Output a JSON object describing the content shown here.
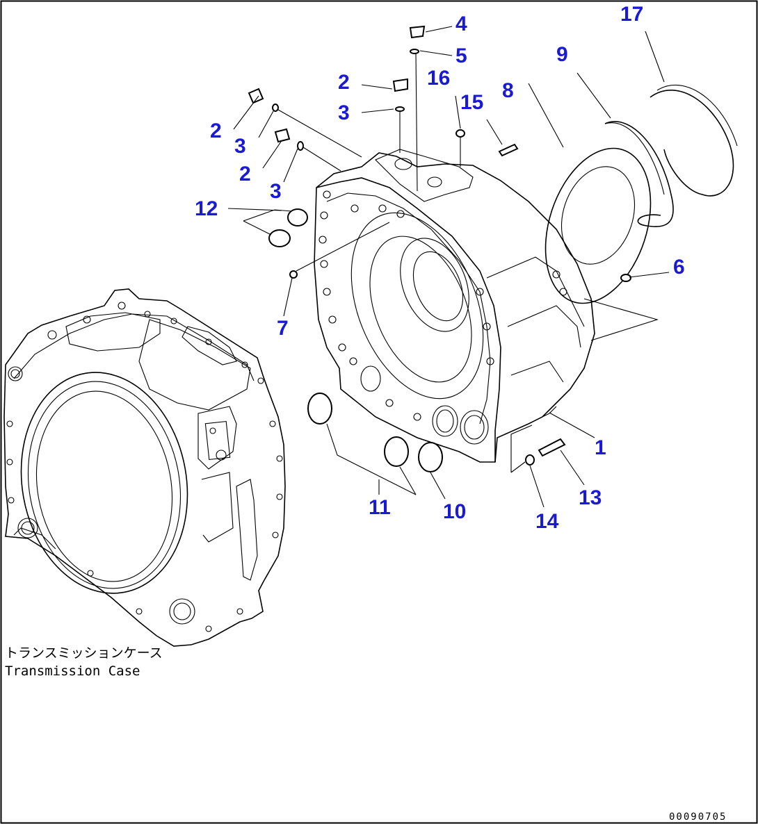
{
  "diagram": {
    "caption_jp": "トランスミッションケース",
    "caption_en": "Transmission Case",
    "code": "00090705",
    "label_color": "#1a1ad6",
    "line_color": "#000000"
  },
  "callouts": [
    {
      "id": "c1",
      "text": "1"
    },
    {
      "id": "c2a",
      "text": "2"
    },
    {
      "id": "c2b",
      "text": "2"
    },
    {
      "id": "c2c",
      "text": "2"
    },
    {
      "id": "c3a",
      "text": "3"
    },
    {
      "id": "c3b",
      "text": "3"
    },
    {
      "id": "c3c",
      "text": "3"
    },
    {
      "id": "c4",
      "text": "4"
    },
    {
      "id": "c5",
      "text": "5"
    },
    {
      "id": "c6",
      "text": "6"
    },
    {
      "id": "c7",
      "text": "7"
    },
    {
      "id": "c8",
      "text": "8"
    },
    {
      "id": "c9",
      "text": "9"
    },
    {
      "id": "c10",
      "text": "10"
    },
    {
      "id": "c11",
      "text": "11"
    },
    {
      "id": "c12",
      "text": "12"
    },
    {
      "id": "c13",
      "text": "13"
    },
    {
      "id": "c14",
      "text": "14"
    },
    {
      "id": "c15",
      "text": "15"
    },
    {
      "id": "c16",
      "text": "16"
    },
    {
      "id": "c17",
      "text": "17"
    }
  ]
}
